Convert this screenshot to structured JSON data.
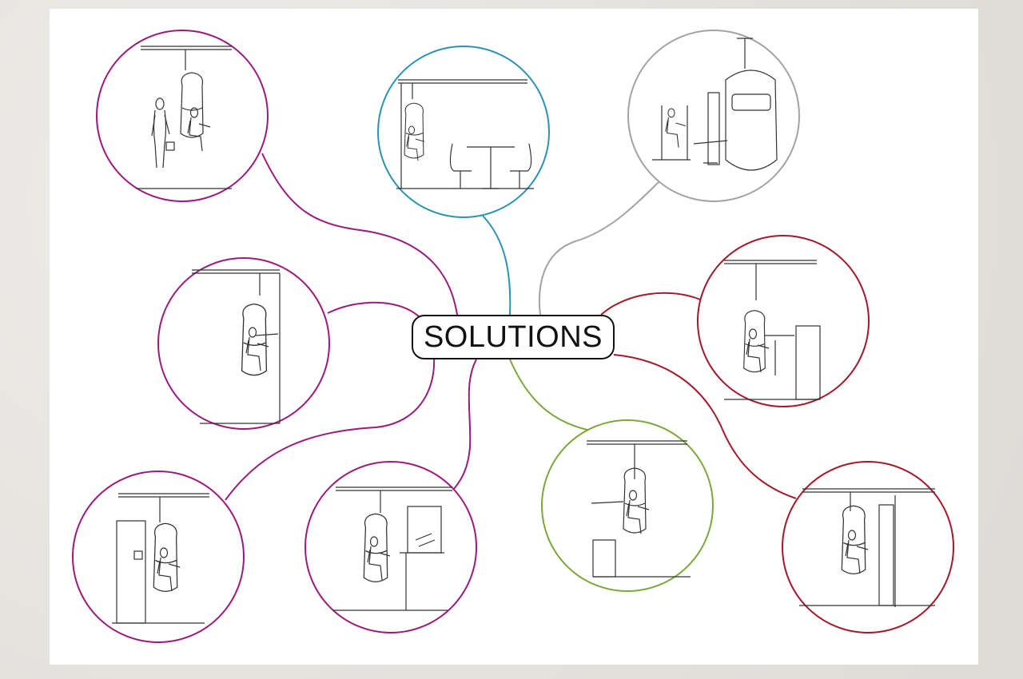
{
  "center": {
    "label": "SOLUTIONS"
  },
  "colors": {
    "magenta": "#9c1a7e",
    "blue": "#2a93b5",
    "gray": "#a3a3a3",
    "red": "#a3182a",
    "green": "#7aa83a",
    "sketch": "#333333",
    "paper": "#ffffff",
    "background": "#e7e5e1"
  },
  "branches": [
    {
      "id": "pod-with-visitor",
      "color": "magenta",
      "scene": "standing-visitor"
    },
    {
      "id": "pod-cafe-table",
      "color": "blue",
      "scene": "cafe-table"
    },
    {
      "id": "pod-office-chair",
      "color": "gray",
      "scene": "chair-and-pod"
    },
    {
      "id": "pod-side-view",
      "color": "magenta",
      "scene": "pod-seated"
    },
    {
      "id": "pod-at-counter",
      "color": "red",
      "scene": "counter"
    },
    {
      "id": "pod-at-door",
      "color": "magenta",
      "scene": "door-panel"
    },
    {
      "id": "pod-at-screen",
      "color": "magenta",
      "scene": "screen-desk"
    },
    {
      "id": "pod-at-desk",
      "color": "green",
      "scene": "raised-desk"
    },
    {
      "id": "pod-at-window",
      "color": "red",
      "scene": "window-panel"
    }
  ]
}
